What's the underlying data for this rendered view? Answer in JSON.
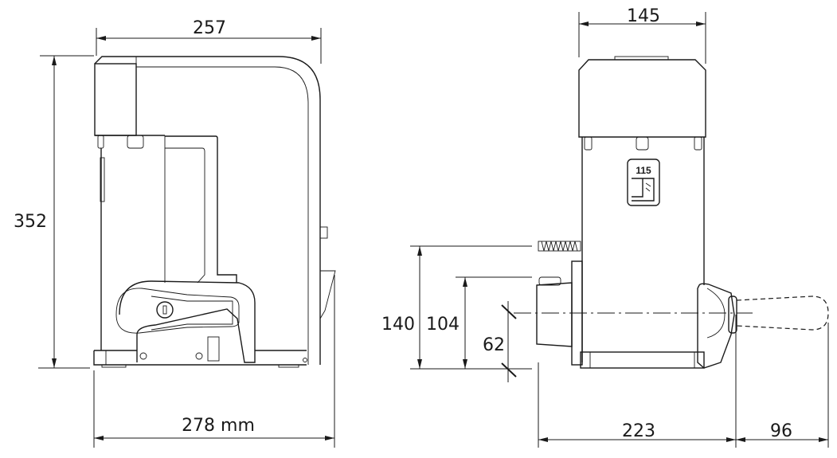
{
  "title": "Sliding gate operator dimension drawing",
  "side_view": {
    "width_top": "257",
    "height": "352",
    "depth_bottom": "278 mm"
  },
  "front_view": {
    "width_top": "145",
    "dim_140": "140",
    "dim_104": "104",
    "dim_62": "62",
    "dim_223": "223",
    "dim_96": "96",
    "label_plate": "115"
  }
}
